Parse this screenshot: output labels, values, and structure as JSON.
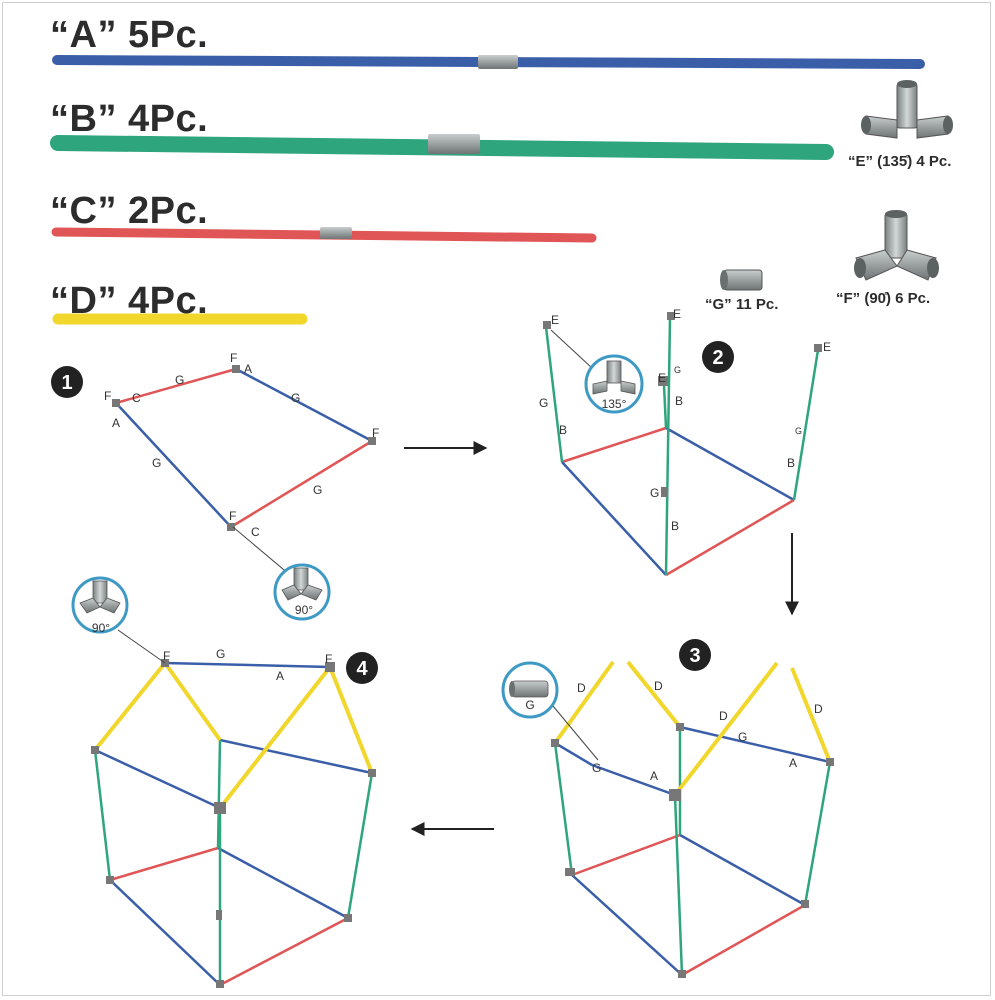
{
  "parts": {
    "a": {
      "title": "“A” 5Pc.",
      "color": "#3a5fa8"
    },
    "b": {
      "title": "“B” 4Pc.",
      "color": "#2ea57c"
    },
    "c": {
      "title": "“C” 2Pc.",
      "color": "#e05555"
    },
    "d": {
      "title": "“D” 4Pc.",
      "color": "#f1d62c"
    }
  },
  "connectors": {
    "e": {
      "label": "“E” (135̊) 4 Pc."
    },
    "f": {
      "label": "“F” (90̊) 6 Pc."
    },
    "g": {
      "label": "“G” 11 Pc."
    }
  },
  "steps": {
    "s1": {
      "number": "1",
      "letters": {
        "f": "F",
        "a": "A",
        "c": "C",
        "g": "G"
      },
      "callout": "90°"
    },
    "s2": {
      "number": "2",
      "letters": {
        "e": "E",
        "b": "B",
        "g": "G"
      },
      "callout": "135°"
    },
    "s3": {
      "number": "3",
      "letters": {
        "d": "D",
        "a": "A",
        "g": "G"
      },
      "callout": "G"
    },
    "s4": {
      "number": "4",
      "letters": {
        "f": "F",
        "a": "A",
        "g": "G"
      },
      "callout": "90°"
    }
  },
  "colors": {
    "blue": "#3a5fa8",
    "green": "#2ea57c",
    "red": "#e05555",
    "yellow": "#f1d62c",
    "metal": "#8e9494",
    "callout_ring": "#3e9ac4",
    "text": "#2c2c2c"
  }
}
